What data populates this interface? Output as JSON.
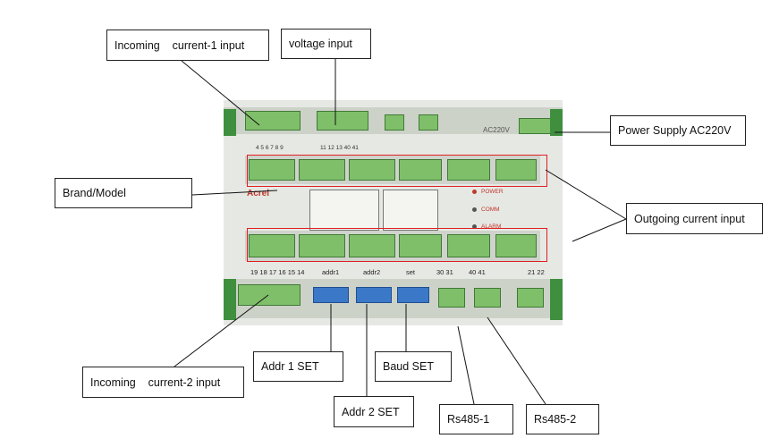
{
  "labels": {
    "incoming_current_1": "Incoming    current-1 input",
    "voltage_input": "voltage input",
    "power_supply": "Power Supply AC220V",
    "brand_model": "Brand/Model",
    "outgoing_current": "Outgoing current input",
    "incoming_current_2": "Incoming    current-2 input",
    "addr1_set": "Addr 1 SET",
    "addr2_set": "Addr 2 SET",
    "baud_set": "Baud SET",
    "rs485_1": "Rs485-1",
    "rs485_2": "Rs485-2"
  },
  "device": {
    "ac_label": "AC220V",
    "brand": "Acrel",
    "top_terminals": "4  5  6  7  8  9",
    "top_terminals_2": "11  12  13  40  41",
    "bottom_terminals": "19 18 17 16 15 14",
    "addr1": "addr1",
    "addr2": "addr2",
    "set": "set",
    "rs1_pins": "30 31",
    "rs2_pins": "40 41",
    "power_pins": "21 22",
    "led_power": "POWER",
    "led_comm": "COMM",
    "led_alarm": "ALARM"
  }
}
